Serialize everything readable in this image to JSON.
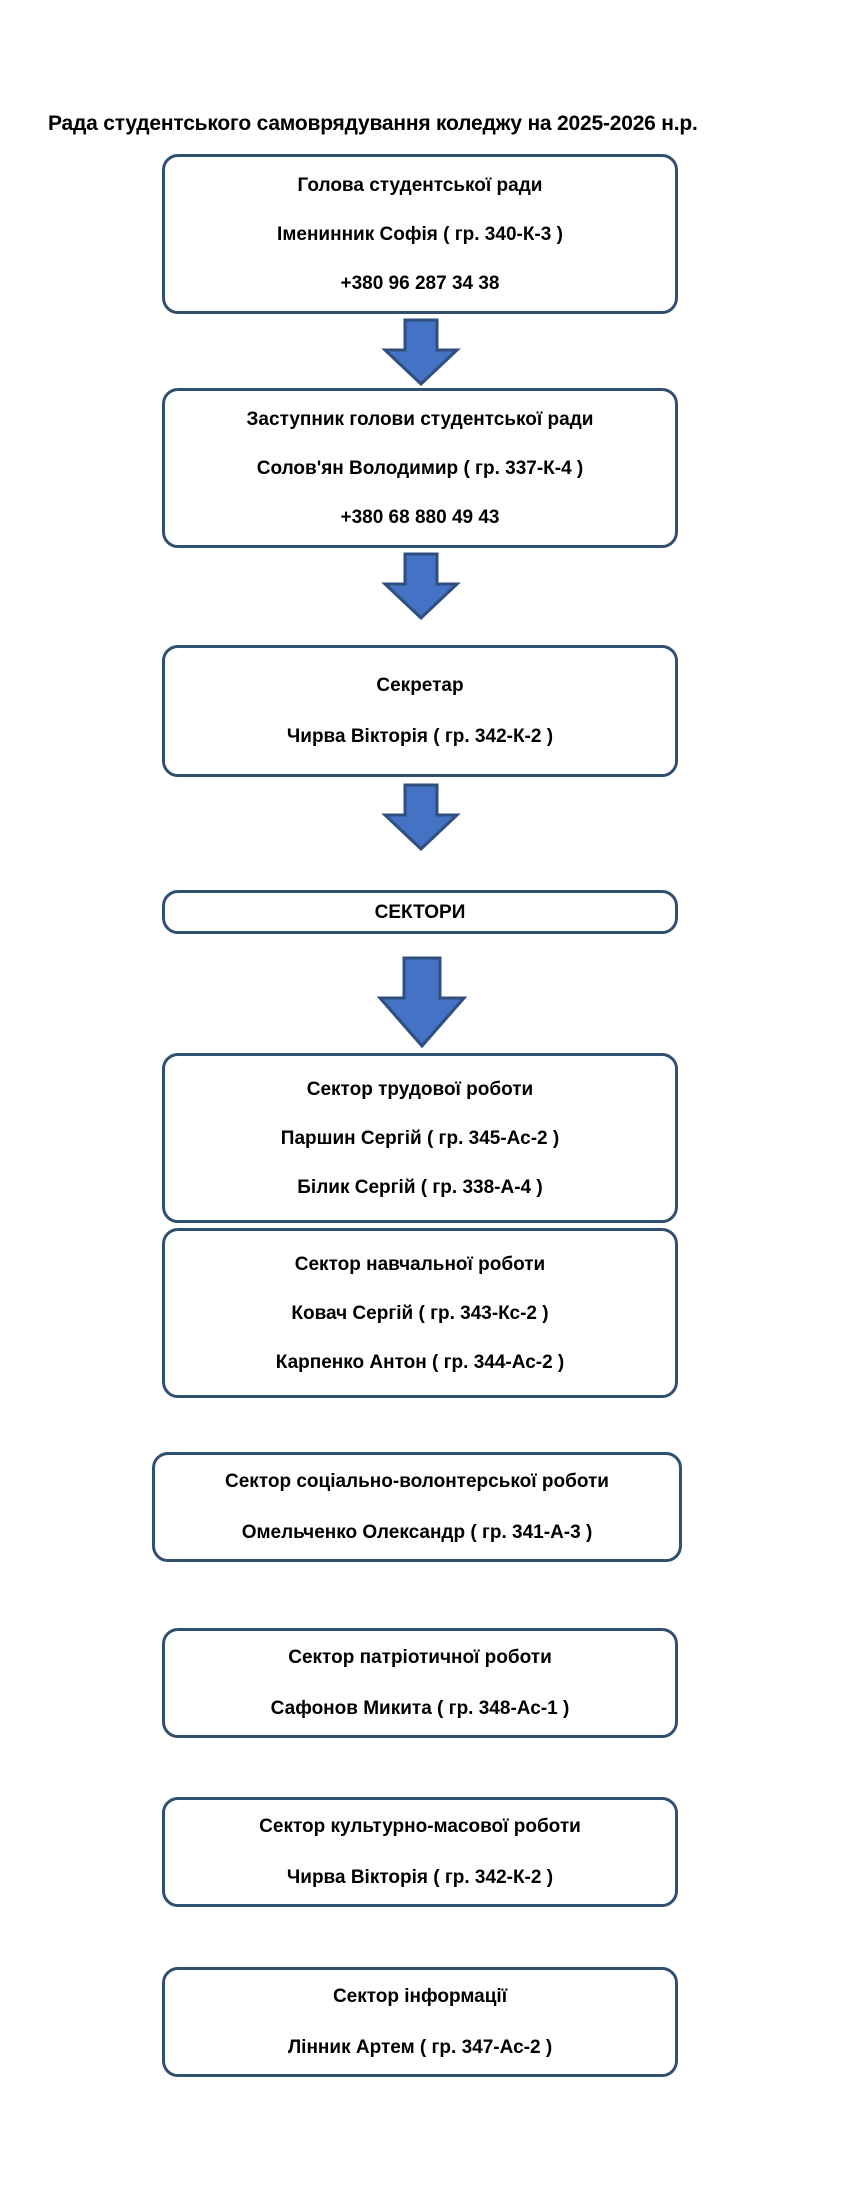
{
  "document": {
    "title": "Рада студентського самоврядування коледжу на 2025-2026 н.р.",
    "type": "organizational-chart",
    "language": "uk"
  },
  "colors": {
    "node_border": "#31506f",
    "node_fill": "#ffffff",
    "arrow_fill": "#4472c4",
    "arrow_border": "#2f4f7f",
    "text": "#000000"
  },
  "nodes": {
    "chair": {
      "role": "Голова студентської ради",
      "person": "Іменинник Софія ( гр. 340-К-3 )",
      "phone": "+380 96 287 34 38"
    },
    "deputy": {
      "role": "Заступник голови студентської ради",
      "person": "Солов'ян Володимир ( гр. 337-К-4 )",
      "phone": "+380 68 880 49 43"
    },
    "secretary": {
      "role": "Секретар",
      "person": "Чирва Вікторія ( гр. 342-К-2 )"
    },
    "sectors_header": {
      "label": "СЕКТОРИ"
    }
  },
  "sectors": [
    {
      "name": "Сектор трудової роботи",
      "members": [
        "Паршин Сергій ( гр. 345-Ас-2 )",
        "Білик Сергій ( гр. 338-А-4 )"
      ]
    },
    {
      "name": "Сектор навчальної роботи",
      "members": [
        "Ковач Сергій ( гр. 343-Кс-2 )",
        "Карпенко Антон ( гр. 344-Ас-2 )"
      ]
    },
    {
      "name": "Сектор соціально-волонтерської роботи",
      "members": [
        "Омельченко Олександр ( гр. 341-А-3 )"
      ]
    },
    {
      "name": "Сектор патріотичної роботи",
      "members": [
        "Сафонов Микита ( гр. 348-Ас-1 )"
      ]
    },
    {
      "name": "Сектор культурно-масової роботи",
      "members": [
        "Чирва Вікторія ( гр. 342-К-2 )"
      ]
    },
    {
      "name": "Сектор інформації",
      "members": [
        "Лінник Артем ( гр. 347-Ас-2 )"
      ]
    }
  ],
  "connectors": [
    {
      "name": "arrow-chair-to-deputy",
      "icon": "down-arrow-icon"
    },
    {
      "name": "arrow-deputy-to-secretary",
      "icon": "down-arrow-icon"
    },
    {
      "name": "arrow-secretary-to-sectors",
      "icon": "down-arrow-icon"
    },
    {
      "name": "arrow-sectors-to-list",
      "icon": "down-arrow-icon"
    }
  ]
}
